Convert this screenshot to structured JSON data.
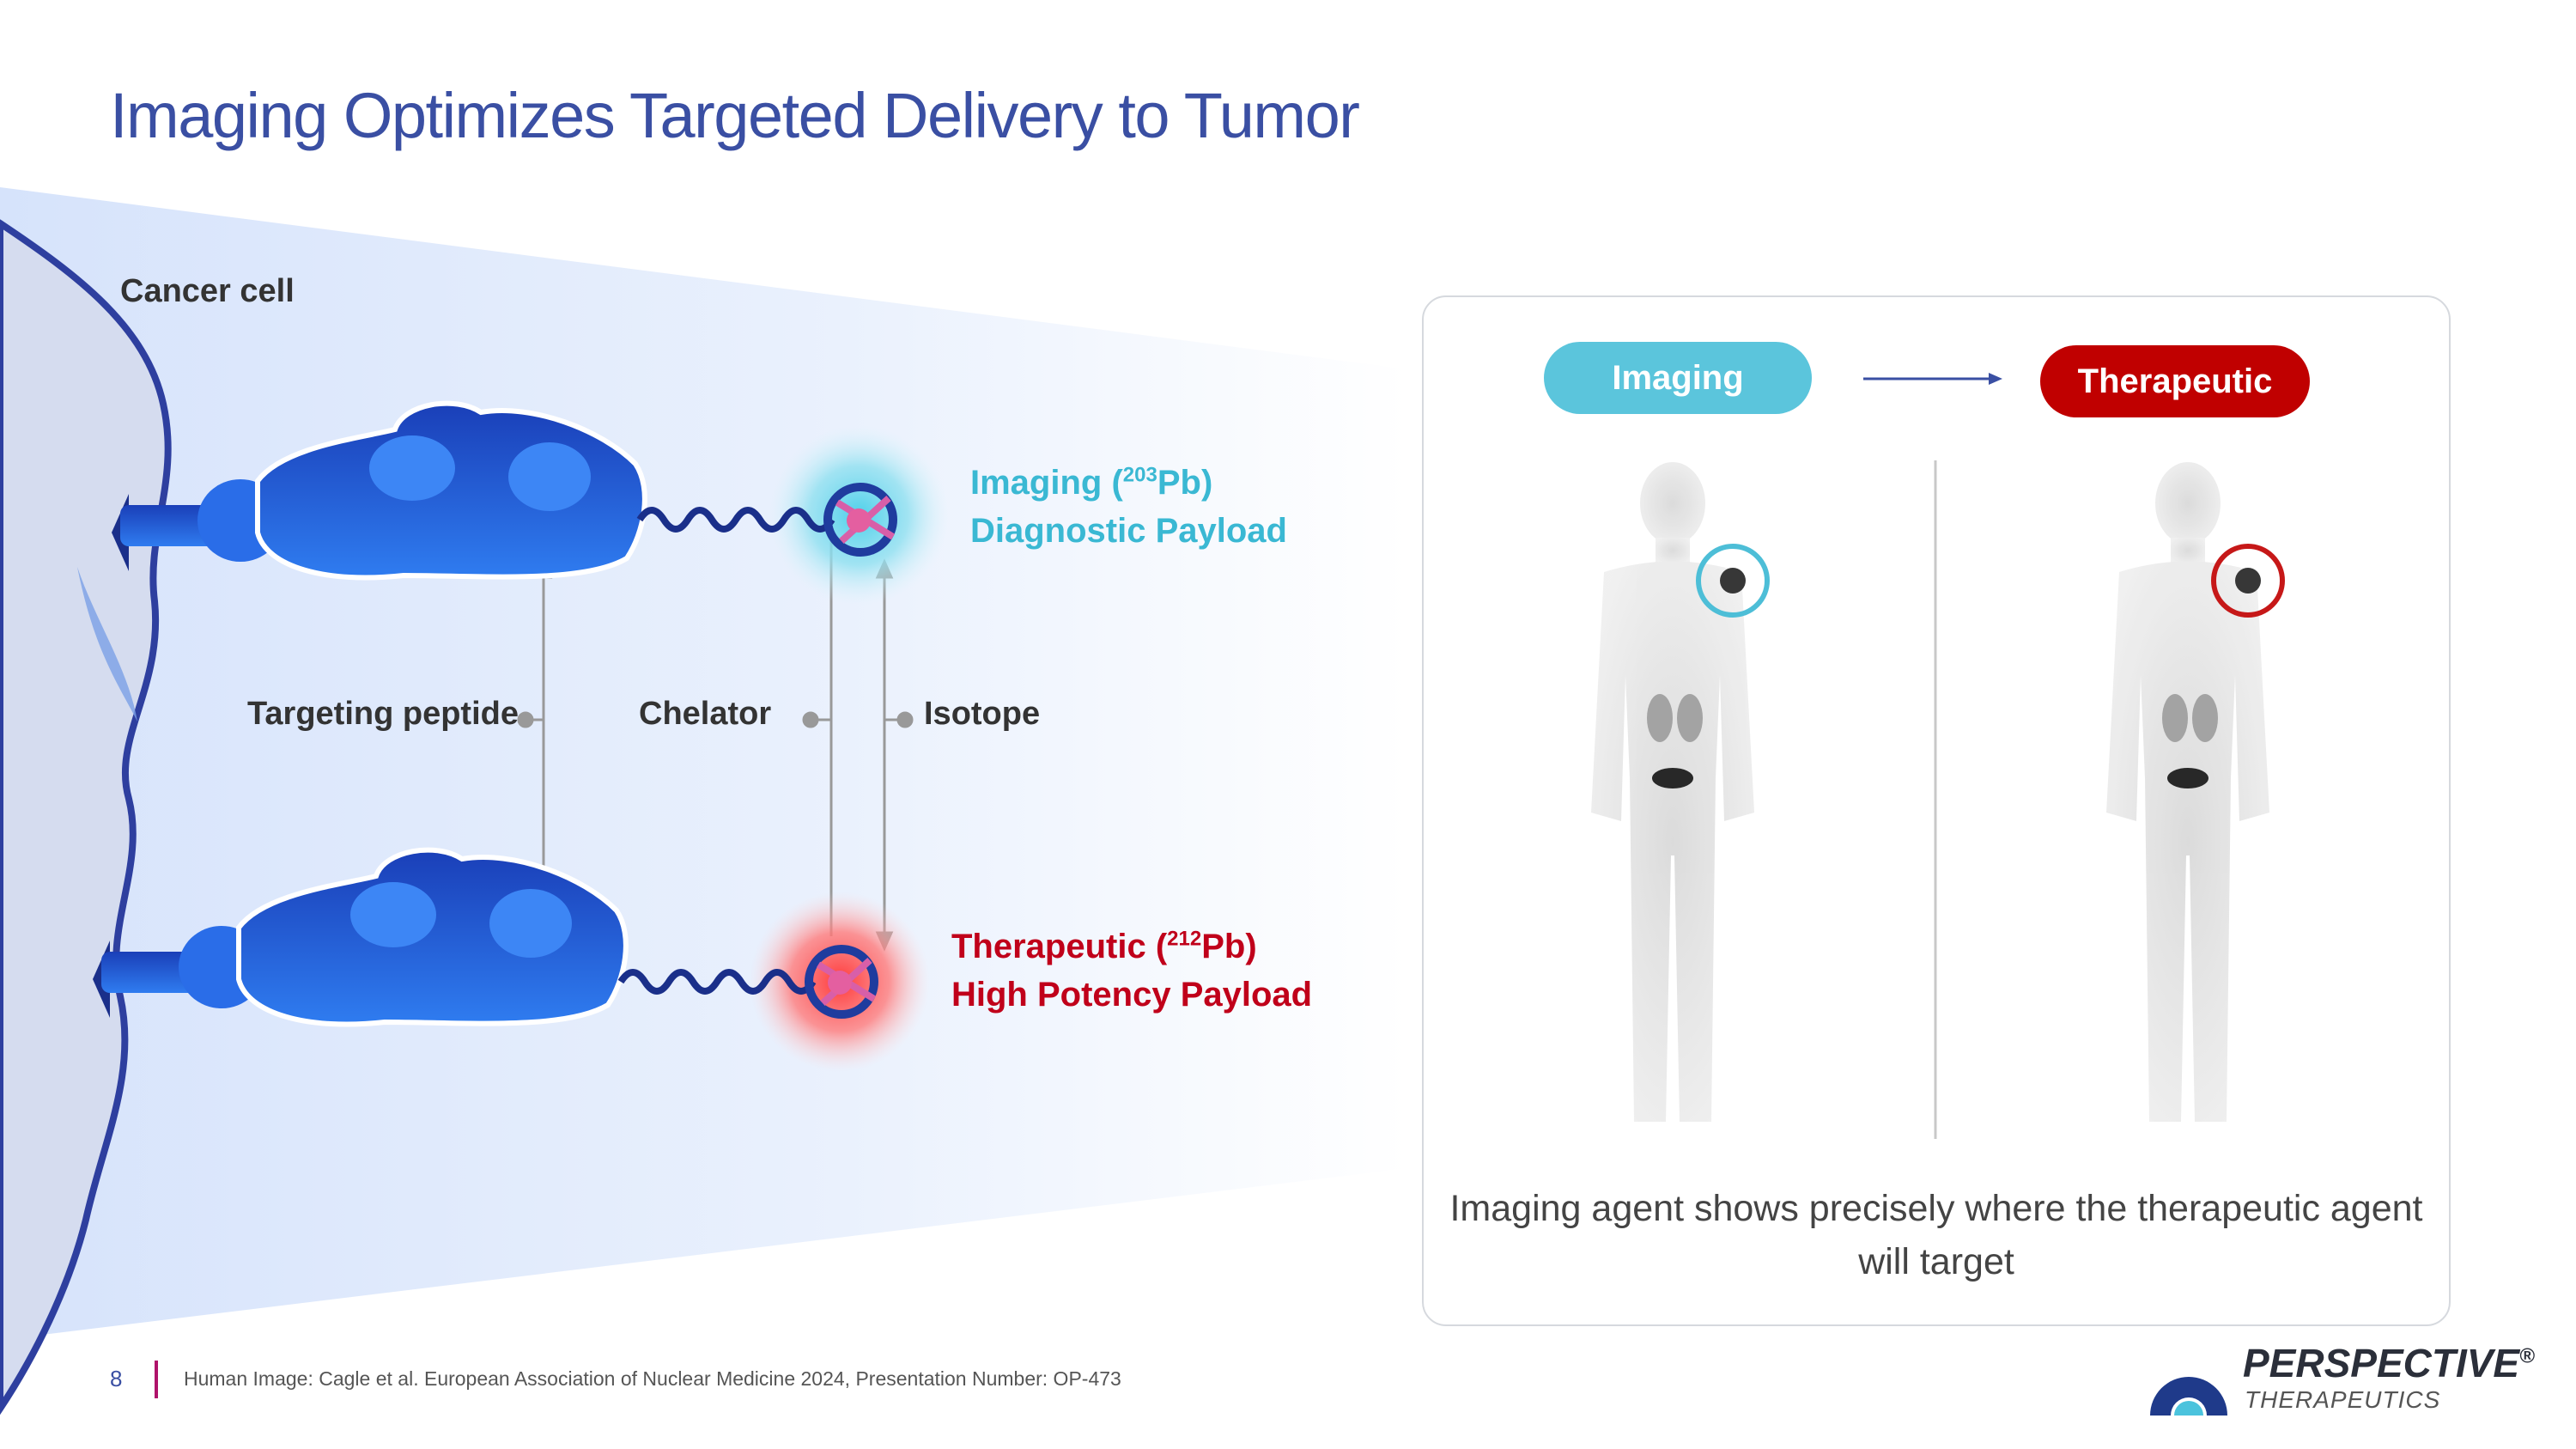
{
  "slide": {
    "title": "Imaging Optimizes Targeted Delivery to Tumor",
    "page_number": "8",
    "footnote": "Human Image: Cagle et al. European Association of Nuclear Medicine 2024, Presentation Number: OP-473"
  },
  "diagram": {
    "cancer_cell_label": "Cancer cell",
    "targeting_peptide_label": "Targeting peptide",
    "chelator_label": "Chelator",
    "isotope_label": "Isotope",
    "imaging_payload": {
      "line1_prefix": "Imaging (",
      "mass_number": "203",
      "line1_suffix": "Pb)",
      "line2": "Diagnostic Payload"
    },
    "therapeutic_payload": {
      "line1_prefix": "Therapeutic (",
      "mass_number": "212",
      "line1_suffix": "Pb)",
      "line2": "High Potency Payload"
    }
  },
  "panel": {
    "imaging_pill": "Imaging",
    "therapeutic_pill": "Therapeutic",
    "caption": "Imaging agent shows precisely where the therapeutic agent will target"
  },
  "brand": {
    "name": "PERSPECTIVE",
    "registered": "®",
    "subtitle": "THERAPEUTICS"
  },
  "colors": {
    "title": "#3a4fa3",
    "imaging": "#5bc5dc",
    "therapeutic": "#c00000",
    "molecule": "#1f5fe0"
  },
  "icons": [
    "arrow-right-icon",
    "perspective-logo-icon"
  ]
}
